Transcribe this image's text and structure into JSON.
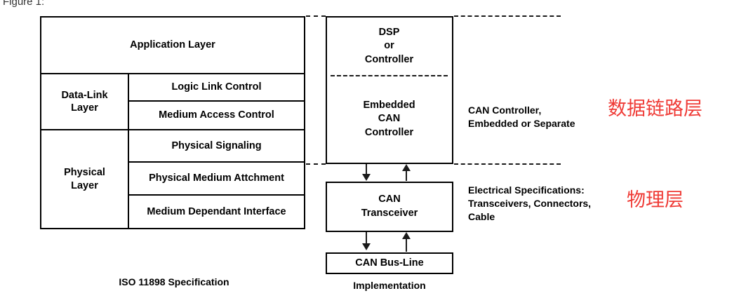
{
  "figure": {
    "caption_top": "Figure 1:",
    "iso_caption": "ISO 11898 Specification",
    "implementation_caption": "Implementation"
  },
  "iso_model": {
    "application_layer": "Application Layer",
    "data_link_layer": "Data-Link\nLayer",
    "logic_link_control": "Logic Link Control",
    "medium_access_control": "Medium Access Control",
    "physical_layer": "Physical\nLayer",
    "physical_signaling": "Physical Signaling",
    "physical_medium_attachment": "Physical Medium Attchment",
    "medium_dependant_interface": "Medium Dependant Interface"
  },
  "implementation": {
    "dsp_controller": "DSP\nor\nController",
    "embedded_can_controller": "Embedded\nCAN\nController",
    "can_transceiver": "CAN\nTransceiver",
    "can_bus_line": "CAN Bus-Line"
  },
  "annotations": {
    "can_controller_note": "CAN Controller,\nEmbedded or Separate",
    "electrical_note": "Electrical Specifications:\nTransceivers, Connectors,\nCable",
    "data_link_layer_cn": "数据链路层",
    "physical_layer_cn": "物理层"
  },
  "colors": {
    "stroke": "#000000",
    "annotation_red": "#ef3b36",
    "background": "#ffffff"
  }
}
